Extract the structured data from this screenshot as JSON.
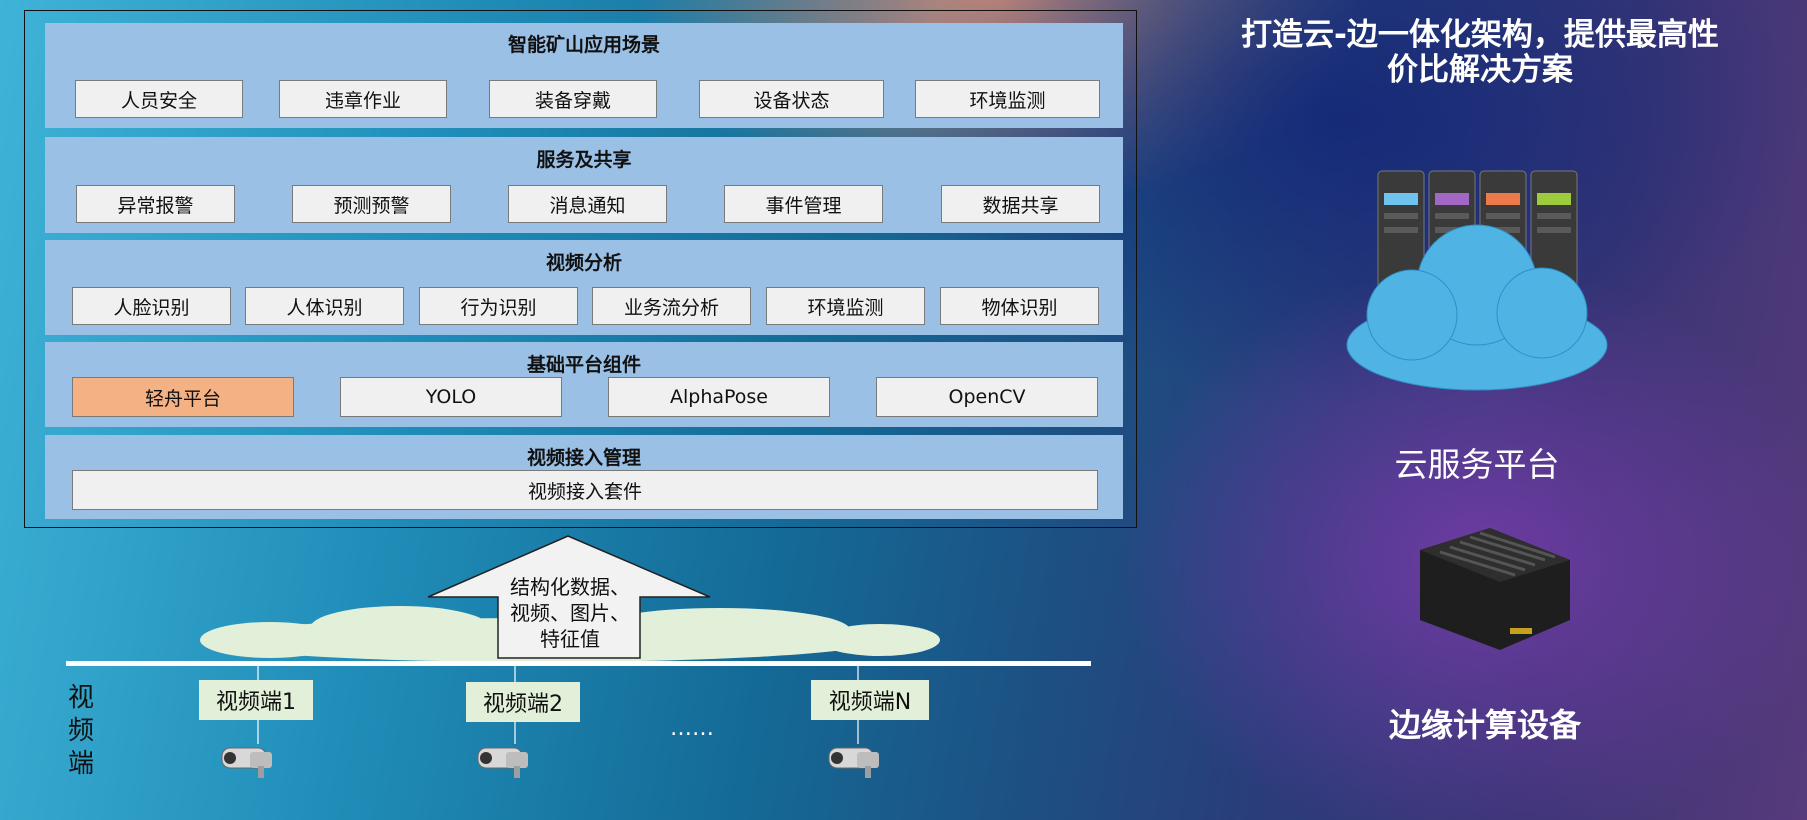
{
  "layers": {
    "scenes": {
      "title": "智能矿山应用场景",
      "items": [
        "人员安全",
        "违章作业",
        "装备穿戴",
        "设备状态",
        "环境监测"
      ]
    },
    "services": {
      "title": "服务及共享",
      "items": [
        "异常报警",
        "预测预警",
        "消息通知",
        "事件管理",
        "数据共享"
      ]
    },
    "video_analysis": {
      "title": "视频分析",
      "items": [
        "人脸识别",
        "人体识别",
        "行为识别",
        "业务流分析",
        "环境监测",
        "物体识别"
      ]
    },
    "platform": {
      "title": "基础平台组件",
      "items": [
        "轻舟平台",
        "YOLO",
        "AlphaPose",
        "OpenCV"
      ]
    },
    "access": {
      "title": "视频接入管理",
      "items": [
        "视频接入套件"
      ]
    }
  },
  "arrow_text": [
    "结构化数据、",
    "视频、图片、",
    "特征值"
  ],
  "endpoints": {
    "side_label": [
      "视",
      "频",
      "端"
    ],
    "items": [
      "视频端1",
      "视频端2",
      "视频端N"
    ],
    "ellipsis": "……"
  },
  "right": {
    "title_lines": [
      "打造云-边一体化架构，提供最高性",
      "价比解决方案"
    ],
    "cloud_label": "云服务平台",
    "edge_label": "边缘计算设备"
  },
  "icons": [
    "server-rack-icon",
    "cloud-icon",
    "edge-device-icon",
    "camera-icon"
  ]
}
